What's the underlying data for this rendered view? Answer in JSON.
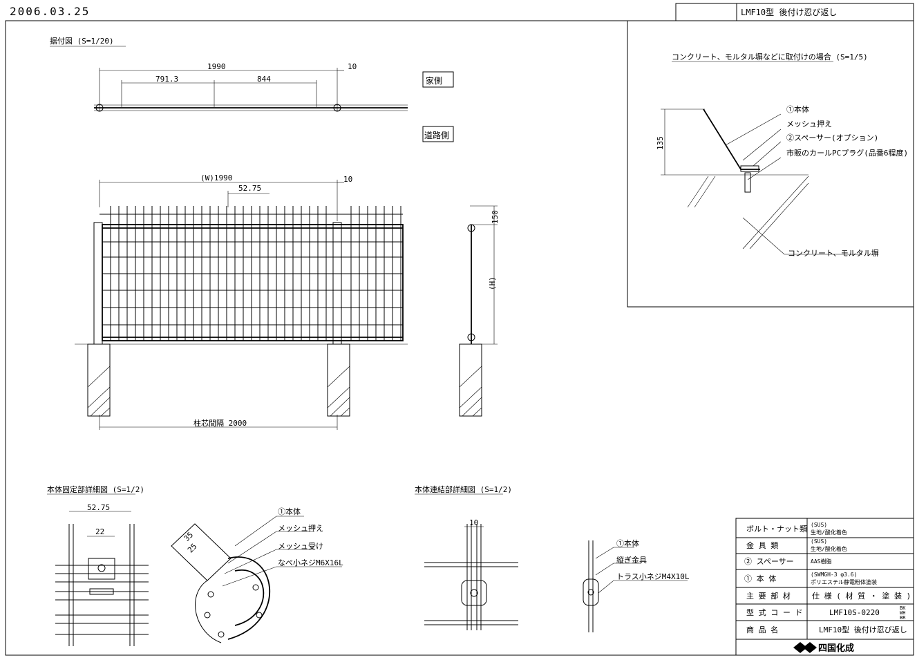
{
  "header": {
    "date": "2006.03.25",
    "title": "LMF10型 後付け忍び返し"
  },
  "plan_view": {
    "title": "据付図 (S=1/20)",
    "dims": {
      "total": "1990",
      "gap": "10",
      "left": "791.3",
      "right": "844"
    },
    "labels": {
      "house_side": "家側",
      "road_side": "道路側"
    }
  },
  "elevation": {
    "dims": {
      "width": "(W)1990",
      "gap": "10",
      "offset": "52.75",
      "top": "150",
      "height": "(H)",
      "pitch": "柱芯間隔 2000"
    }
  },
  "section": {
    "title": "コンクリート、モルタル塀などに取付けの場合 (S=1/5)",
    "dims": {
      "height": "135"
    },
    "callouts": [
      "①本体",
      "メッシュ押え",
      "②スペーサー(オプション)",
      "市販のカールPCプラグ(品番6程度)"
    ],
    "wall_label": "コンクリート、モルタル塀"
  },
  "detail_fix": {
    "title": "本体固定部詳細図 (S=1/2)",
    "dims": {
      "w": "52.75",
      "w2": "22",
      "a": "35",
      "b": "25"
    },
    "callouts": [
      "①本体",
      "メッシュ押え",
      "メッシュ受け",
      "なべ小ネジM6X16L"
    ]
  },
  "detail_join": {
    "title": "本体連結部詳細図 (S=1/2)",
    "dims": {
      "gap": "10"
    },
    "callouts": [
      "①本体",
      "縦ぎ金具",
      "トラス小ネジM4X10L"
    ]
  },
  "spec_table": {
    "rows": [
      {
        "label": "ボルト・ナット類",
        "l1": "(SUS)",
        "l2": "生地/酸化着色"
      },
      {
        "label": "金 具 類",
        "l1": "(SUS)",
        "l2": "生地/酸化着色"
      },
      {
        "label": "② スペーサー",
        "l1": "AAS樹脂",
        "l2": ""
      },
      {
        "label": "① 本 体",
        "l1": "(SWMGH-3 φ3.6)",
        "l2": "ポリエステル静電粉体塗装"
      }
    ],
    "header_row": {
      "label": "主 要 部 材",
      "value": "仕 様 ( 材 質 ・ 塗 装 )"
    },
    "code_row": {
      "label": "型 式 コ ー ド",
      "value": "LMF10S-0220",
      "colors": [
        "BK",
        "WH",
        "BR"
      ]
    },
    "name_row": {
      "label": "商 品 名",
      "value": "LMF10型 後付け忍び返し"
    },
    "brand": "四国化成"
  }
}
